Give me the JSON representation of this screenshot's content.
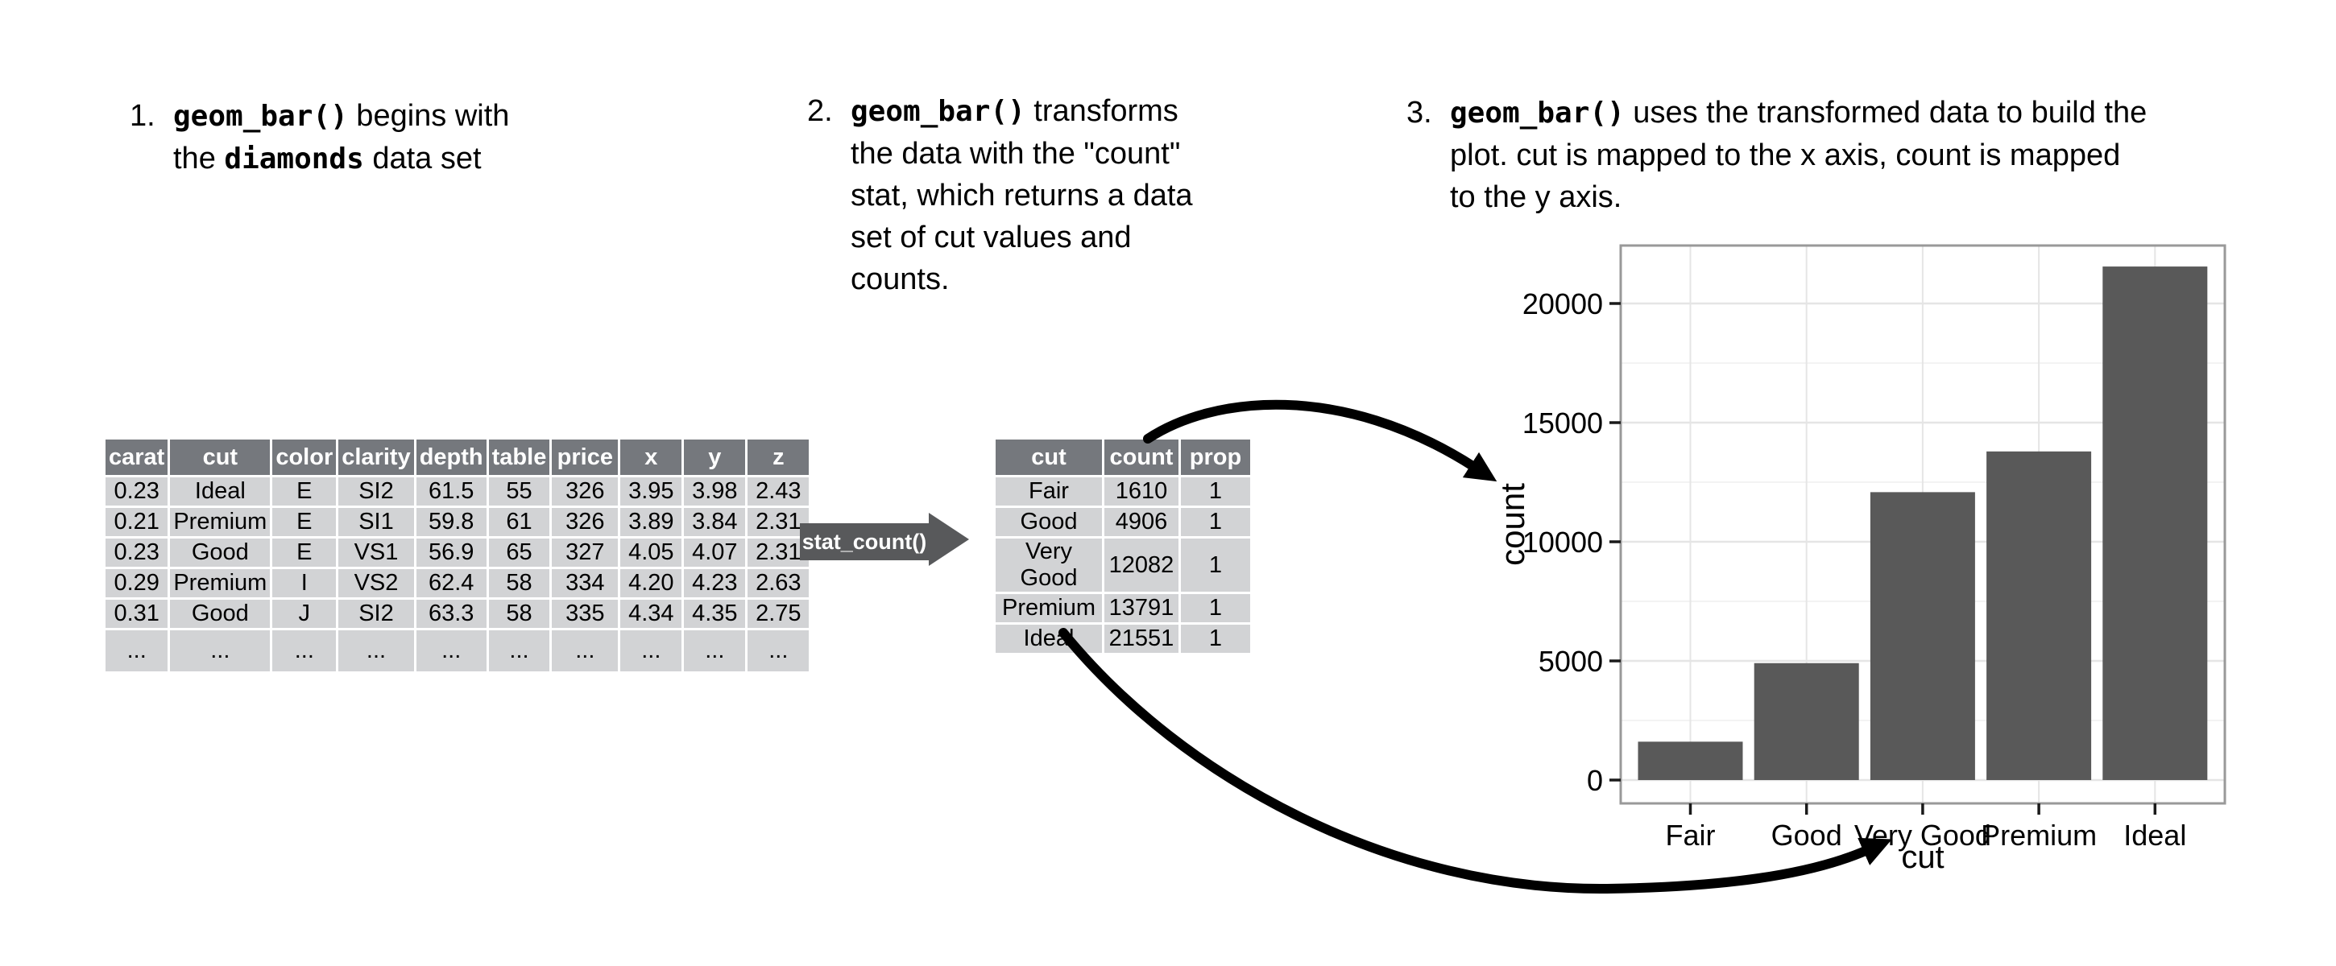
{
  "colors": {
    "table_header_bg": "#75787d",
    "table_cell_bg": "#d2d3d5",
    "bar_fill": "#595959",
    "stat_arrow_fill": "#58595b",
    "grid_major": "#e5e5e5",
    "grid_minor": "#f3f3f3",
    "panel_border": "#999999",
    "tick_color": "#1a1a1a",
    "arrow_color": "#000000"
  },
  "annotations": {
    "item1": {
      "number": "1.",
      "segments": [
        {
          "code": true,
          "text": "geom_bar()"
        },
        {
          "text": " begins with"
        },
        {
          "br": true
        },
        {
          "text": "the "
        },
        {
          "code": true,
          "text": "diamonds"
        },
        {
          "text": " data set"
        }
      ]
    },
    "item2": {
      "number": "2.",
      "segments": [
        {
          "code": true,
          "text": "geom_bar()"
        },
        {
          "text": " transforms"
        },
        {
          "br": true
        },
        {
          "text": "the data with the \"count\""
        },
        {
          "br": true
        },
        {
          "text": "stat, which returns a data"
        },
        {
          "br": true
        },
        {
          "text": "set of cut values and"
        },
        {
          "br": true
        },
        {
          "text": "counts."
        }
      ]
    },
    "item3": {
      "number": "3.",
      "segments": [
        {
          "code": true,
          "text": "geom_bar()"
        },
        {
          "text": " uses the transformed data to build the"
        },
        {
          "br": true
        },
        {
          "text": "plot. cut is mapped to the x axis, count is mapped"
        },
        {
          "br": true
        },
        {
          "text": "to the y axis."
        }
      ]
    }
  },
  "stat_arrow": {
    "label": "stat_count()"
  },
  "diamonds_table": {
    "headers": [
      "carat",
      "cut",
      "color",
      "clarity",
      "depth",
      "table",
      "price",
      "x",
      "y",
      "z"
    ],
    "rows": [
      [
        "0.23",
        "Ideal",
        "E",
        "SI2",
        "61.5",
        "55",
        "326",
        "3.95",
        "3.98",
        "2.43"
      ],
      [
        "0.21",
        "Premium",
        "E",
        "SI1",
        "59.8",
        "61",
        "326",
        "3.89",
        "3.84",
        "2.31"
      ],
      [
        "0.23",
        "Good",
        "E",
        "VS1",
        "56.9",
        "65",
        "327",
        "4.05",
        "4.07",
        "2.31"
      ],
      [
        "0.29",
        "Premium",
        "I",
        "VS2",
        "62.4",
        "58",
        "334",
        "4.20",
        "4.23",
        "2.63"
      ],
      [
        "0.31",
        "Good",
        "J",
        "SI2",
        "63.3",
        "58",
        "335",
        "4.34",
        "4.35",
        "2.75"
      ],
      [
        "...",
        "...",
        "...",
        "...",
        "...",
        "...",
        "...",
        "...",
        "...",
        "..."
      ]
    ]
  },
  "count_table": {
    "headers": [
      "cut",
      "count",
      "prop"
    ],
    "rows": [
      [
        "Fair",
        "1610",
        "1"
      ],
      [
        "Good",
        "4906",
        "1"
      ],
      [
        "Very Good",
        "12082",
        "1"
      ],
      [
        "Premium",
        "13791",
        "1"
      ],
      [
        "Ideal",
        "21551",
        "1"
      ]
    ]
  },
  "chart_data": {
    "type": "bar",
    "categories": [
      "Fair",
      "Good",
      "Very Good",
      "Premium",
      "Ideal"
    ],
    "values": [
      1610,
      4906,
      12082,
      13791,
      21551
    ],
    "title": "",
    "xlabel": "cut",
    "ylabel": "count",
    "ylim": [
      0,
      22500
    ],
    "yticks": [
      0,
      5000,
      10000,
      15000,
      20000
    ],
    "grid": true,
    "legend": false
  }
}
